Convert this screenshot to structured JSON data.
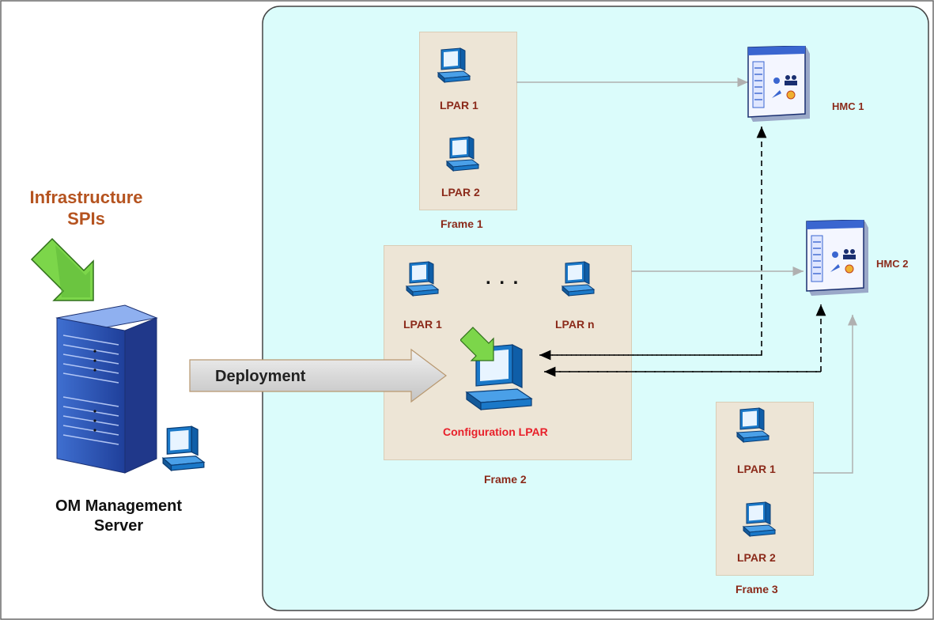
{
  "left": {
    "spi_title_line1": "Infrastructure",
    "spi_title_line2": "SPIs",
    "server_line1": "OM Management",
    "server_line2": "Server",
    "deployment_label": "Deployment"
  },
  "frames": {
    "frame1": {
      "label": "Frame 1",
      "lpar1": "LPAR 1",
      "lpar2": "LPAR 2"
    },
    "frame2": {
      "label": "Frame 2",
      "lpar1": "LPAR 1",
      "lparn": "LPAR n",
      "dots": ". . .",
      "config": "Configuration LPAR"
    },
    "frame3": {
      "label": "Frame 3",
      "lpar1": "LPAR 1",
      "lpar2": "LPAR 2"
    }
  },
  "hmc": {
    "hmc1": "HMC 1",
    "hmc2": "HMC 2"
  },
  "colors": {
    "panel_bg": "#dbfcfb",
    "frame_bg": "#ede5d6",
    "label_brown": "#8b2a1a",
    "config_red": "#e8202a",
    "spi_orange": "#b5531f",
    "arrow_green": "#7cd64a",
    "monitor_blue": "#1a78c8",
    "server_blue": "#2d55b8"
  }
}
